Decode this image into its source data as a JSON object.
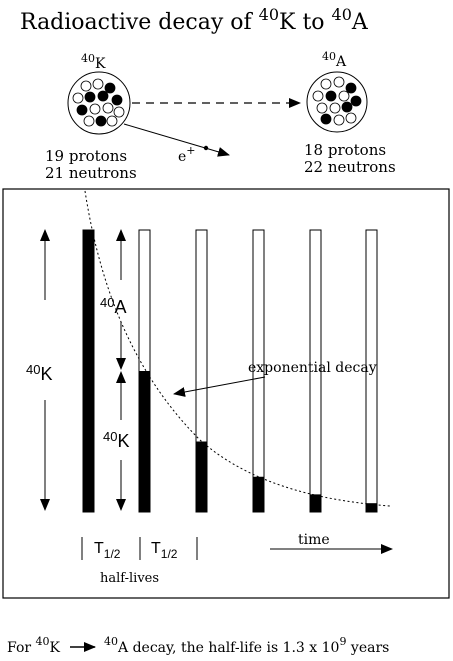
{
  "title": {
    "prefix": "Radioactive decay of ",
    "iso1_mass": "40",
    "iso1_sym": "K",
    "mid": " to ",
    "iso2_mass": "40",
    "iso2_sym": "A"
  },
  "parent_nucleus": {
    "mass": "40",
    "symbol": "K",
    "protons": "19 protons",
    "neutrons": "21 neutrons"
  },
  "daughter_nucleus": {
    "mass": "40",
    "symbol": "A",
    "protons": "18 protons",
    "neutrons": "22 neutrons"
  },
  "emission": {
    "symbol": "e",
    "charge": "+"
  },
  "panel": {
    "left_label": {
      "mass": "40",
      "symbol": "K"
    },
    "argon_label": {
      "mass": "40",
      "symbol": "A"
    },
    "potassium_label": {
      "mass": "40",
      "symbol": "K"
    },
    "curve_label": "exponential decay",
    "halflife_symbol": "T",
    "halflife_sub": "1/2",
    "halflives_caption": "half-lives",
    "time_label": "time",
    "remaining_fractions": [
      1,
      0.5,
      0.25,
      0.125,
      0.0625,
      0.03125
    ]
  },
  "footer": {
    "prefix": "For ",
    "m1": "40",
    "s1": "K",
    "m2": "40",
    "s2": "A",
    "text": " decay, the half-life is 1.3 x 10",
    "exp": "9",
    "suffix": " years"
  },
  "colors": {
    "ink": "#000000",
    "paper": "#ffffff"
  }
}
